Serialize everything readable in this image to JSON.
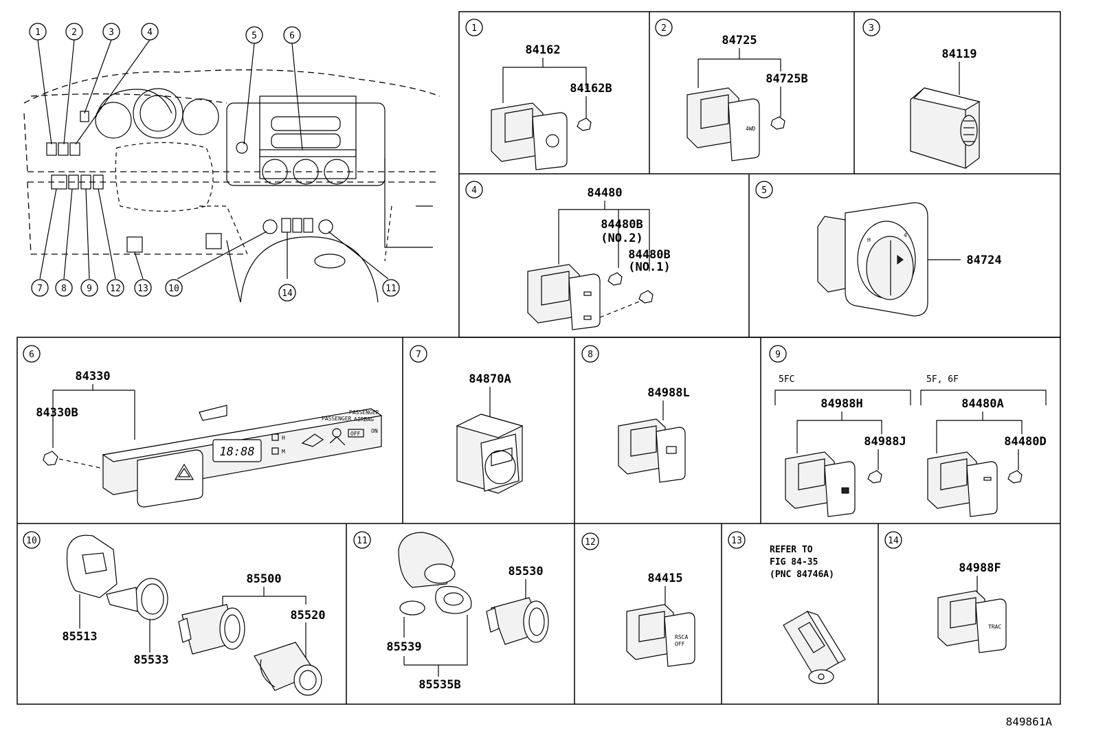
{
  "overview": {
    "callouts": [
      "1",
      "2",
      "3",
      "4",
      "5",
      "6",
      "7",
      "8",
      "9",
      "10",
      "11",
      "12",
      "13",
      "14"
    ]
  },
  "panels": {
    "p1": {
      "num": "1",
      "parts": [
        "84162",
        "84162B"
      ]
    },
    "p2": {
      "num": "2",
      "parts": [
        "84725",
        "84725B"
      ]
    },
    "p3": {
      "num": "3",
      "parts": [
        "84119"
      ]
    },
    "p4": {
      "num": "4",
      "parts": [
        "84480",
        "84480B",
        "(NO.2)",
        "84480B",
        "(NO.1)"
      ]
    },
    "p5": {
      "num": "5",
      "parts": [
        "84724"
      ]
    },
    "p6": {
      "num": "6",
      "parts": [
        "84330",
        "84330B"
      ],
      "clock": "18:88",
      "text": [
        "PASSENGER",
        "PASSENGER",
        "AIRBAG",
        "OFF",
        "ON",
        "H",
        "M"
      ]
    },
    "p7": {
      "num": "7",
      "parts": [
        "84870A"
      ]
    },
    "p8": {
      "num": "8",
      "parts": [
        "84988L"
      ]
    },
    "p9": {
      "num": "9",
      "groups": [
        "5FC",
        "5F, 6F"
      ],
      "parts": [
        "84988H",
        "84988J",
        "84480A",
        "84480D"
      ]
    },
    "p10": {
      "num": "10",
      "parts": [
        "85500",
        "85513",
        "85533",
        "85520"
      ]
    },
    "p11": {
      "num": "11",
      "parts": [
        "85530",
        "85539",
        "85535B"
      ]
    },
    "p12": {
      "num": "12",
      "parts": [
        "84415"
      ]
    },
    "p13": {
      "num": "13",
      "note": [
        "REFER TO",
        "FIG 84-35",
        "(PNC 84746A)"
      ]
    },
    "p14": {
      "num": "14",
      "parts": [
        "84988F"
      ]
    }
  },
  "footer": {
    "code": "849861A"
  }
}
